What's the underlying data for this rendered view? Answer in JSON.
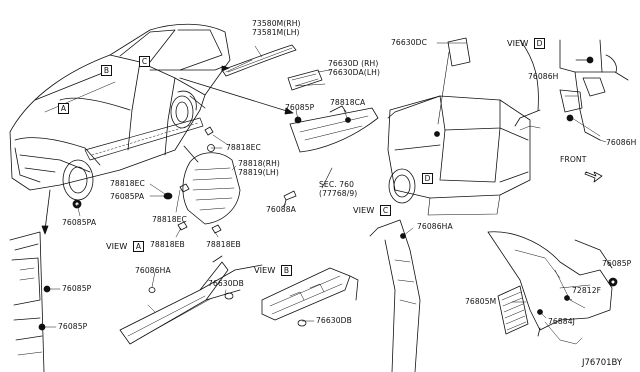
{
  "diagram": {
    "number": "J76701BY",
    "front_label": "FRONT",
    "views": {
      "a": {
        "word": "VIEW",
        "letter": "A"
      },
      "b": {
        "word": "VIEW",
        "letter": "B"
      },
      "c": {
        "word": "VIEW",
        "letter": "C"
      },
      "d": {
        "word": "VIEW",
        "letter": "D"
      }
    },
    "car_refs": {
      "a": "A",
      "b": "B",
      "c": "C",
      "d": "D"
    },
    "parts": {
      "p73580m": "73580M(RH)",
      "p73581m": "73581M(LH)",
      "p76630d": "76630D (RH)",
      "p76630da": "76630DA(LH)",
      "p76630dc": "76630DC",
      "p76086h_top": "76086H",
      "p76086h_right": "76086H",
      "p76085p_mid": "76085P",
      "p78818ca": "78818CA",
      "p78818ec_1": "78818EC",
      "p78818_rh": "78818(RH)",
      "p78819_lh": "78819(LH)",
      "p78818ec_2": "78818EC",
      "p76085pa_1": "76085PA",
      "p76085pa_2": "76085PA",
      "p78818ec_3": "78818EC",
      "p78818eb_1": "78818EB",
      "p78818eb_2": "78818EB",
      "sec760": "SEC. 760",
      "sec760_ref": "(77768/9)",
      "p76088a": "76088A",
      "p76085p_left1": "76085P",
      "p76085p_left2": "76085P",
      "p76086ha_a": "76086HA",
      "p76630db_a": "76630DB",
      "p76630db_b": "76630DB",
      "p76086ha_c": "76086HA",
      "p76085p_right": "76085P",
      "p72812f": "72812F",
      "p76805m": "76805M",
      "p76884j": "76884J"
    }
  }
}
